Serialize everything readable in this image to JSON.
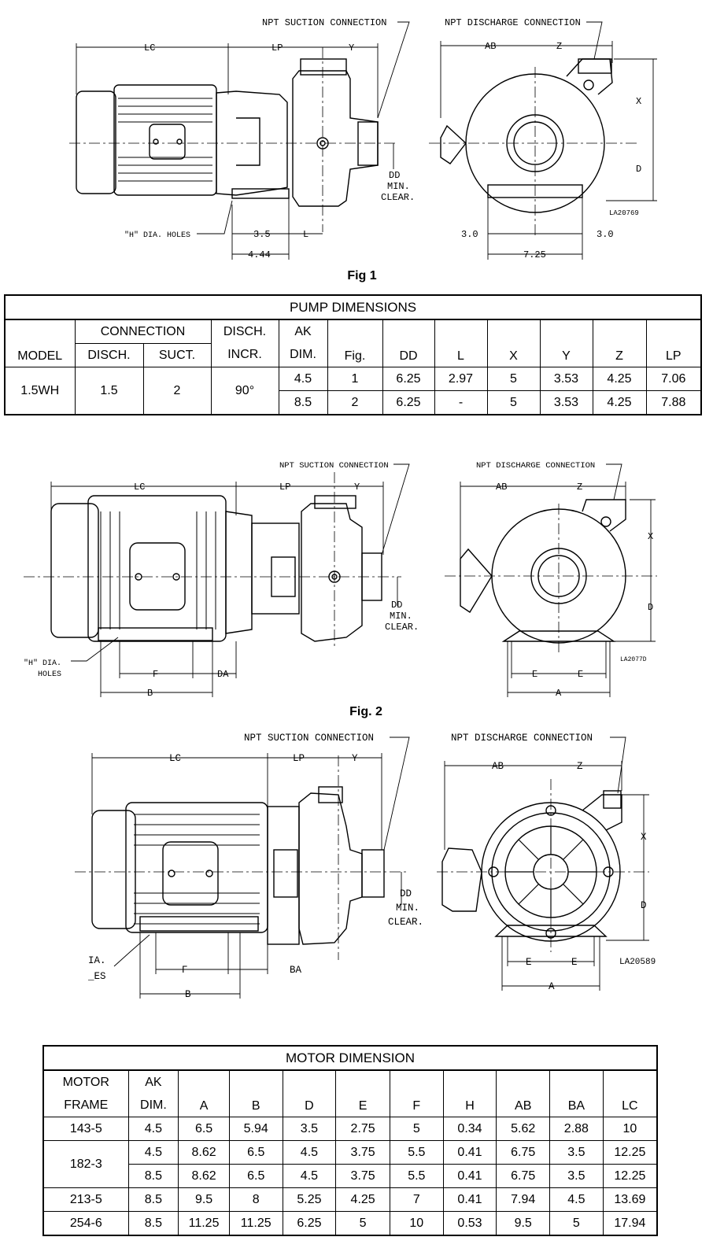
{
  "figures": {
    "fig1": {
      "caption": "Fig 1",
      "labels": {
        "lc": "LC",
        "lp": "LP",
        "y": "Y",
        "suction": "NPT SUCTION CONNECTION",
        "discharge": "NPT DISCHARGE CONNECTION",
        "ab": "AB",
        "z": "Z",
        "x": "X",
        "d": "D",
        "dd1": "DD",
        "dd2": "MIN.",
        "dd3": "CLEAR.",
        "holes": "\"H\" DIA. HOLES",
        "dim35": "3.5",
        "l": "L",
        "dim444": "4.44",
        "dim30a": "3.0",
        "dim30b": "3.0",
        "dim725": "7.25",
        "ref": "LA20769"
      }
    },
    "fig2": {
      "caption": "Fig. 2",
      "labels": {
        "lc": "LC",
        "lp": "LP",
        "y": "Y",
        "suction": "NPT SUCTION CONNECTION",
        "discharge": "NPT DISCHARGE CONNECTION",
        "ab": "AB",
        "z": "Z",
        "x": "X",
        "d": "D",
        "dd1": "DD",
        "dd2": "MIN.",
        "dd3": "CLEAR.",
        "holes1": "\"H\" DIA.",
        "holes2": "HOLES",
        "f": "F",
        "da": "DA",
        "b": "B",
        "e1": "E",
        "e2": "E",
        "a": "A",
        "ref": "LA2077D"
      }
    },
    "fig3": {
      "labels": {
        "lc": "LC",
        "lp": "LP",
        "y": "Y",
        "suction": "NPT SUCTION CONNECTION",
        "discharge": "NPT DISCHARGE CONNECTION",
        "ab": "AB",
        "z": "Z",
        "x": "X",
        "d": "D",
        "dd1": "DD",
        "dd2": "MIN.",
        "dd3": "CLEAR.",
        "holes1": "IA.",
        "holes2": "_ES",
        "f": "F",
        "ba": "BA",
        "b": "B",
        "e1": "E",
        "e2": "E",
        "a": "A",
        "ref": "LA20589"
      }
    }
  },
  "pump_table": {
    "title": "PUMP DIMENSIONS",
    "headers": {
      "model": "MODEL",
      "connection": "CONNECTION",
      "disch": "DISCH.",
      "suct": "SUCT.",
      "disch_incr_1": "DISCH.",
      "disch_incr_2": "INCR.",
      "ak_1": "AK",
      "ak_2": "DIM.",
      "fig": "Fig.",
      "dd": "DD",
      "l": "L",
      "x": "X",
      "y": "Y",
      "z": "Z",
      "lp": "LP"
    },
    "model": "1.5WH",
    "disch": "1.5",
    "suct": "2",
    "disch_incr": "90°",
    "rows": [
      {
        "ak": "4.5",
        "fig": "1",
        "dd": "6.25",
        "l": "2.97",
        "x": "5",
        "y": "3.53",
        "z": "4.25",
        "lp": "7.06"
      },
      {
        "ak": "8.5",
        "fig": "2",
        "dd": "6.25",
        "l": "-",
        "x": "5",
        "y": "3.53",
        "z": "4.25",
        "lp": "7.88"
      }
    ]
  },
  "motor_table": {
    "title": "MOTOR DIMENSION",
    "headers": {
      "frame_1": "MOTOR",
      "frame_2": "FRAME",
      "ak_1": "AK",
      "ak_2": "DIM.",
      "a": "A",
      "b": "B",
      "d": "D",
      "e": "E",
      "f": "F",
      "h": "H",
      "ab": "AB",
      "ba": "BA",
      "lc": "LC"
    },
    "frames": [
      "143-5",
      "182-3",
      "213-5",
      "254-6"
    ],
    "rows": [
      {
        "ak": "4.5",
        "a": "6.5",
        "b": "5.94",
        "d": "3.5",
        "e": "2.75",
        "f": "5",
        "h": "0.34",
        "ab": "5.62",
        "ba": "2.88",
        "lc": "10"
      },
      {
        "ak": "4.5",
        "a": "8.62",
        "b": "6.5",
        "d": "4.5",
        "e": "3.75",
        "f": "5.5",
        "h": "0.41",
        "ab": "6.75",
        "ba": "3.5",
        "lc": "12.25"
      },
      {
        "ak": "8.5",
        "a": "8.62",
        "b": "6.5",
        "d": "4.5",
        "e": "3.75",
        "f": "5.5",
        "h": "0.41",
        "ab": "6.75",
        "ba": "3.5",
        "lc": "12.25"
      },
      {
        "ak": "8.5",
        "a": "9.5",
        "b": "8",
        "d": "5.25",
        "e": "4.25",
        "f": "7",
        "h": "0.41",
        "ab": "7.94",
        "ba": "4.5",
        "lc": "13.69"
      },
      {
        "ak": "8.5",
        "a": "11.25",
        "b": "11.25",
        "d": "6.25",
        "e": "5",
        "f": "10",
        "h": "0.53",
        "ab": "9.5",
        "ba": "5",
        "lc": "17.94"
      }
    ]
  }
}
